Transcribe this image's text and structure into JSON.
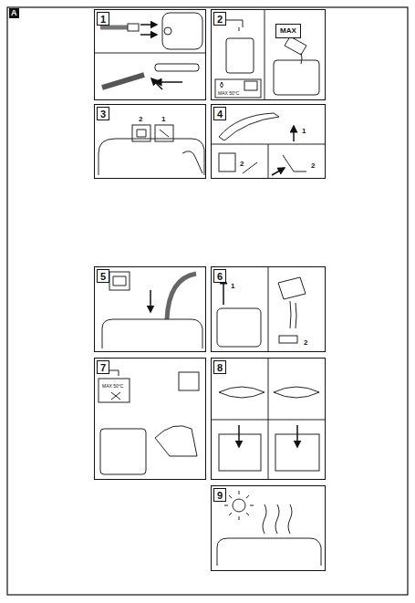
{
  "diagram": {
    "nodes": [
      {
        "text": [
          "1"
        ]
      },
      {
        "text": [
          "2"
        ]
      },
      {
        "text": [
          "3"
        ]
      },
      {
        "text": [
          "4"
        ]
      },
      {
        "text": [
          "5"
        ]
      },
      {
        "text": [
          "6"
        ]
      },
      {
        "text": [
          "7"
        ]
      },
      {
        "text": [
          "8"
        ]
      },
      {
        "text": [
          "9"
        ]
      }
    ],
    "labels": [
      "A",
      "MAX",
      "MAX 50°C",
      "2",
      "1",
      "1",
      "2",
      "2",
      "1",
      "2",
      "MAX 50°C"
    ]
  }
}
